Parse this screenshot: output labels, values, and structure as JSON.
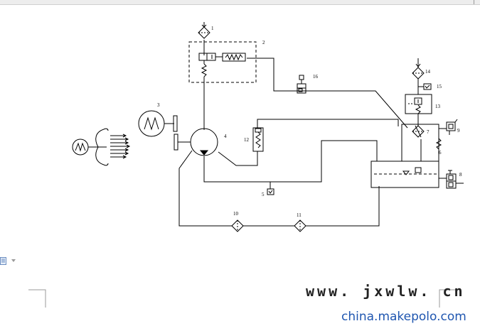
{
  "labels": {
    "c1": "1",
    "c2": "2",
    "c3": "3",
    "c4": "4",
    "c5": "5",
    "c6": "6",
    "c7": "7",
    "c8": "8",
    "c9": "9",
    "c10": "10",
    "c11": "11",
    "c12": "12",
    "c13": "13",
    "c14": "14",
    "c15": "15",
    "c16": "16"
  },
  "watermark": {
    "site": "www. jxwlw. cn",
    "source": "china.makepolo.com"
  },
  "colors": {
    "line": "#000000",
    "watermark_blue": "#1f56b0"
  }
}
